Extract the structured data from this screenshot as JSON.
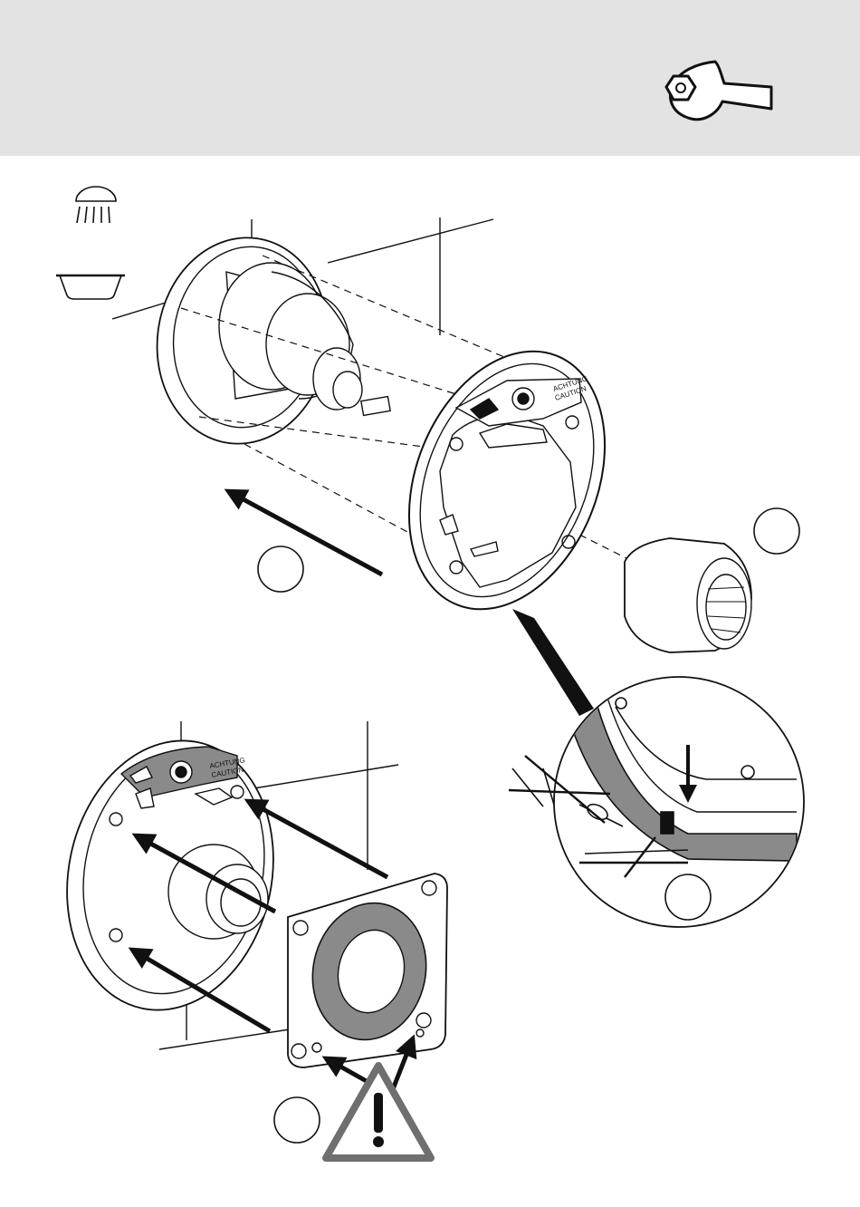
{
  "labels": {
    "achtung": "ACHTUNG",
    "caution": "CAUTION",
    "achtung_lower": "ACHTUNG",
    "caution_lower": "CAUTION"
  },
  "icons": {
    "header": "wrench-icon",
    "shower": "shower-head-icon",
    "bath": "bathtub-icon",
    "warning": "warning-triangle-icon"
  },
  "colors": {
    "header_band": "#e3e3e3",
    "line": "#111111",
    "gray_fill": "#8a8a8a",
    "warning": "#6f6f6f"
  }
}
